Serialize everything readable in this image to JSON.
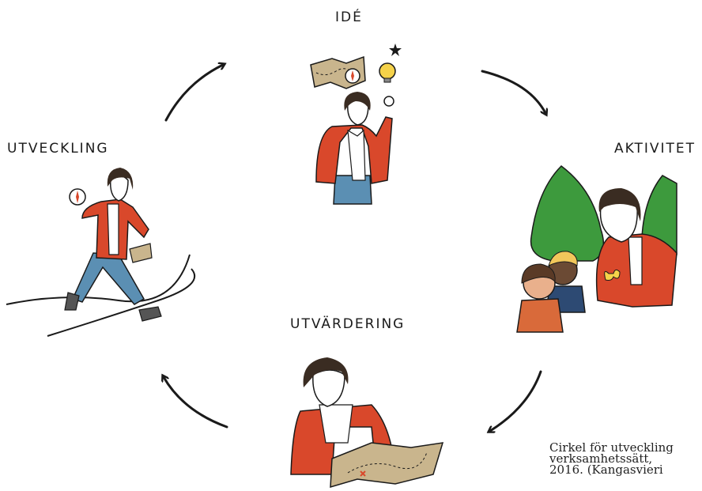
{
  "diagram": {
    "labels": {
      "ide": "IDÉ",
      "aktivitet": "AKTIVITET",
      "utvardering": "UTVÄRDERING",
      "utveckling": "UTVECKLING"
    },
    "caption": {
      "line1": "Cirkel för utveckling",
      "line2": "verksamhetssätt,",
      "line3": "2016. (Kangasvieri"
    },
    "colors": {
      "jacket": "#d9482b",
      "jeans": "#5b8fb3",
      "tree": "#3d9a3d",
      "ink": "#1a1a1a",
      "bulb": "#f5d24a",
      "map": "#c9b58d"
    }
  }
}
